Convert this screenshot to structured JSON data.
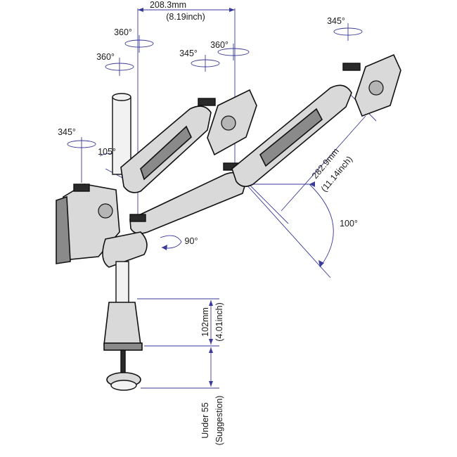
{
  "labels": {
    "top_width_mm": "208.3mm",
    "top_width_in": "(8.19inch)",
    "arm_length_mm": "282.9mm",
    "arm_length_in": "(11.14inch)",
    "clamp_height_mm": "102mm",
    "clamp_height_in": "(4.01inch)",
    "desk_thickness": "Under 55",
    "desk_thickness_note": "(Suggestion)",
    "tilt_angle": "100°",
    "arm_angle": "90°",
    "elbow_angle": "105°",
    "rot_360_a": "360°",
    "rot_360_b": "360°",
    "rot_360_c": "360°",
    "rot_345_left": "345°",
    "rot_345_mid": "345°",
    "rot_345_right": "345°"
  }
}
